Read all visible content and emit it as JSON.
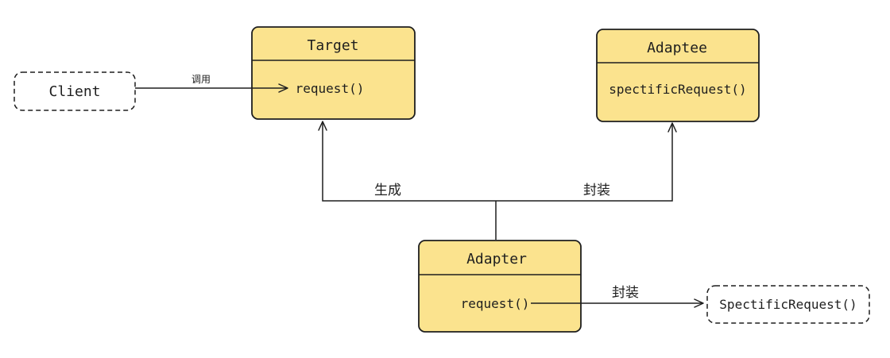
{
  "colors": {
    "class_fill": "#fbe38e",
    "stroke": "#1e1e1e",
    "background": "#ffffff"
  },
  "nodes": {
    "client": {
      "label": "Client"
    },
    "target": {
      "title": "Target",
      "member": "request()"
    },
    "adaptee": {
      "title": "Adaptee",
      "member": "spectificRequest()"
    },
    "adapter": {
      "title": "Adapter",
      "member": "request()"
    },
    "specific": {
      "label": "SpectificRequest()"
    }
  },
  "edges": {
    "client_to_target": "调用",
    "adapter_to_target": "生成",
    "adapter_to_adaptee": "封装",
    "adapter_to_specific": "封装"
  }
}
